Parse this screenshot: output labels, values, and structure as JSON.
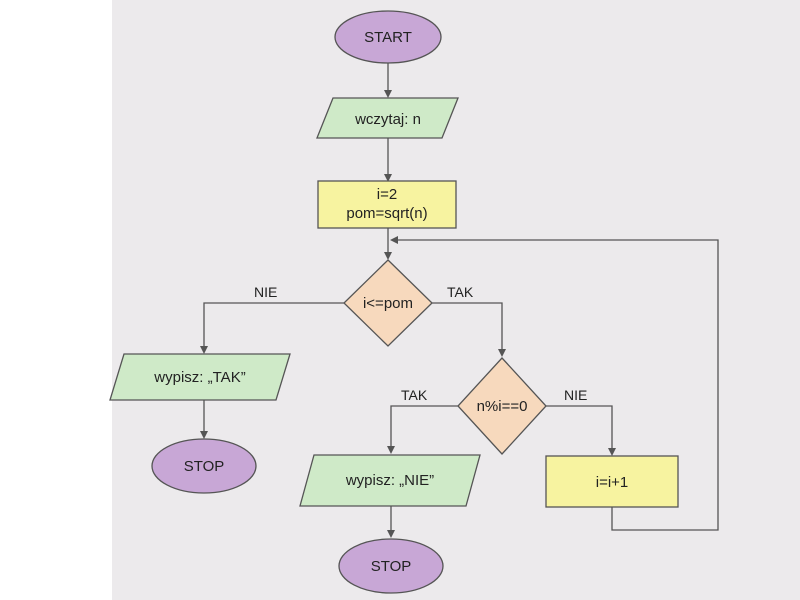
{
  "nodes": {
    "start": "START",
    "read": "wczytaj: n",
    "init_line1": "i=2",
    "init_line2": "pom=sqrt(n)",
    "loop_cond": "i<=pom",
    "div_cond": "n%i==0",
    "out_tak": "wypisz: „TAK”",
    "out_nie": "wypisz: „NIE”",
    "increment": "i=i+1",
    "stop_left": "STOP",
    "stop_bottom": "STOP"
  },
  "edges": {
    "loop_no": "NIE",
    "loop_yes": "TAK",
    "div_yes": "TAK",
    "div_no": "NIE"
  },
  "colors": {
    "terminal": "#c8a7d6",
    "io": "#cfeac8",
    "process": "#f7f3a0",
    "decision": "#f7d9bd",
    "stroke": "#555555"
  }
}
